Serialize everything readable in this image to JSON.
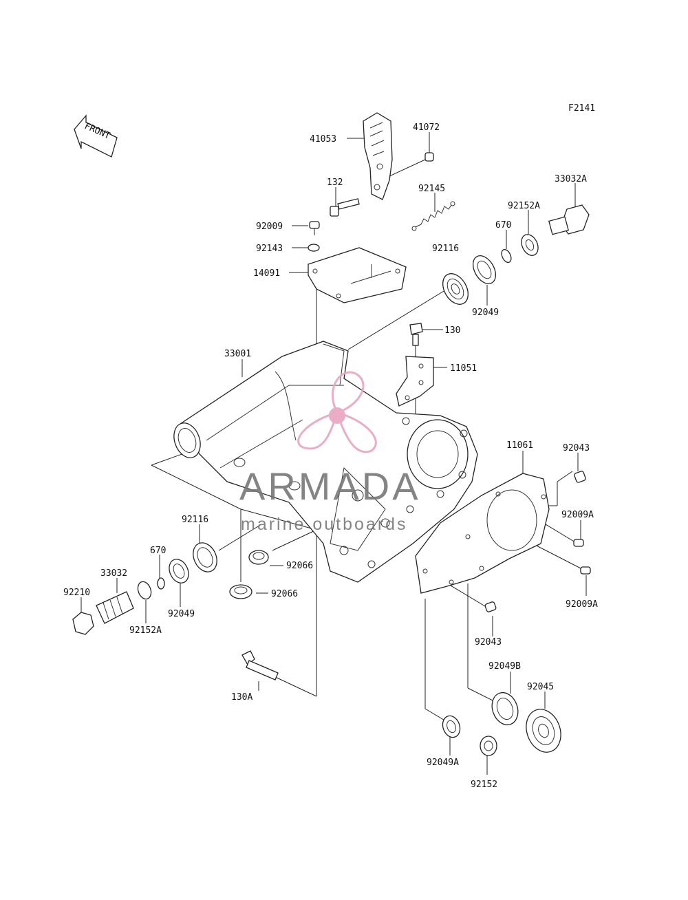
{
  "figure_code": "F2141",
  "front_label": "FRONT",
  "watermark": {
    "name": "ARMADA",
    "tagline": "marine outboards",
    "color": "#e8a5bf"
  },
  "parts": {
    "p41053": "41053",
    "p41072": "41072",
    "p132": "132",
    "p92145": "92145",
    "p33032A": "33032A",
    "p92152A_top": "92152A",
    "p92009": "92009",
    "p92143": "92143",
    "p670_top": "670",
    "p92116_top": "92116",
    "p14091": "14091",
    "p92049_top": "92049",
    "p130": "130",
    "p33001": "33001",
    "p11051": "11051",
    "p11061": "11061",
    "p92043_top": "92043",
    "p92009A_1": "92009A",
    "p92009A_2": "92009A",
    "p92116_left": "92116",
    "p670_left": "670",
    "p33032": "33032",
    "p92210": "92210",
    "p92049_left": "92049",
    "p92152A_left": "92152A",
    "p92066_1": "92066",
    "p92066_2": "92066",
    "p130A": "130A",
    "p92043_bottom": "92043",
    "p92049B": "92049B",
    "p92045": "92045",
    "p92049A": "92049A",
    "p92152": "92152"
  }
}
